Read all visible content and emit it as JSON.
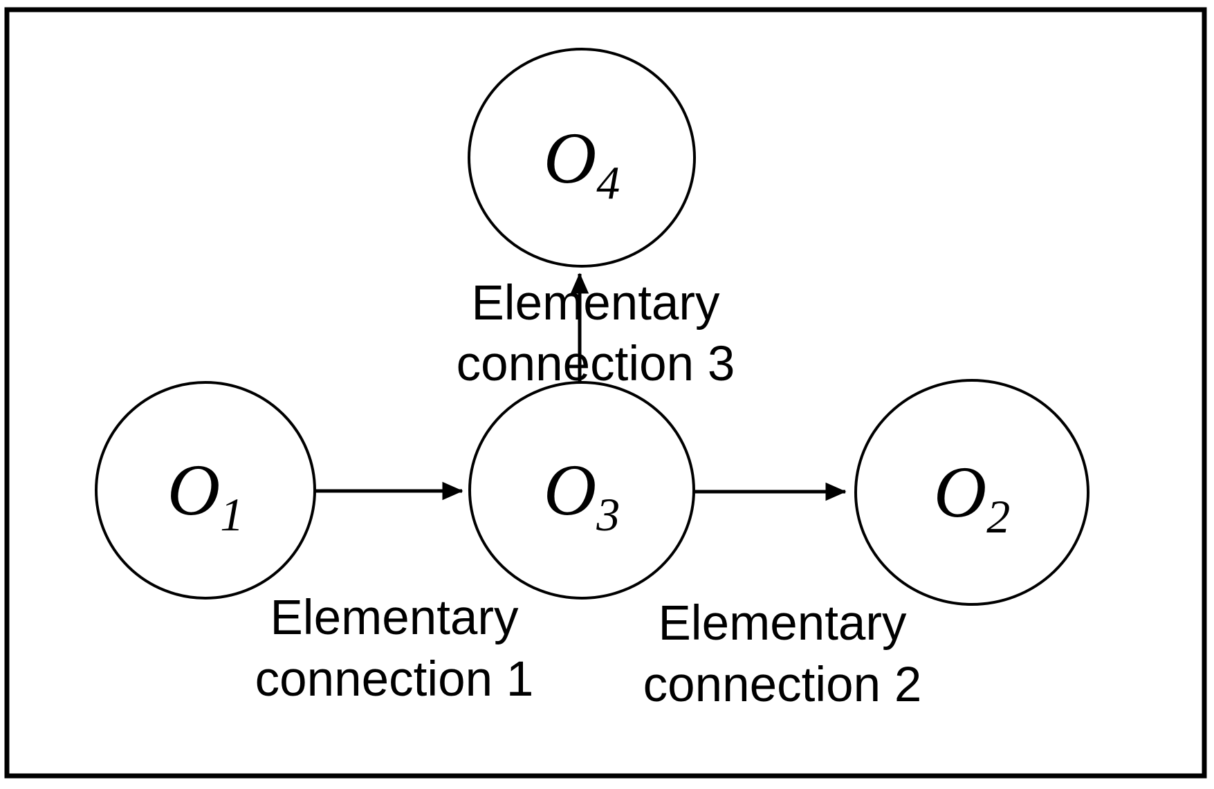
{
  "figure": {
    "type": "node-link-diagram",
    "background_color": "#ffffff",
    "ink_color": "#000000",
    "nodes": [
      {
        "id": "O4",
        "symbol": "O",
        "subscript": "4"
      },
      {
        "id": "O1",
        "symbol": "O",
        "subscript": "1"
      },
      {
        "id": "O3",
        "symbol": "O",
        "subscript": "3"
      },
      {
        "id": "O2",
        "symbol": "O",
        "subscript": "2"
      }
    ],
    "edges": [
      {
        "from": "O1",
        "to": "O3",
        "label_lines": [
          "Elementary",
          "connection 1"
        ]
      },
      {
        "from": "O3",
        "to": "O2",
        "label_lines": [
          "Elementary",
          "connection 2"
        ]
      },
      {
        "from": "O3",
        "to": "O4",
        "label_lines": [
          "Elementary",
          "connection 3"
        ]
      }
    ]
  }
}
